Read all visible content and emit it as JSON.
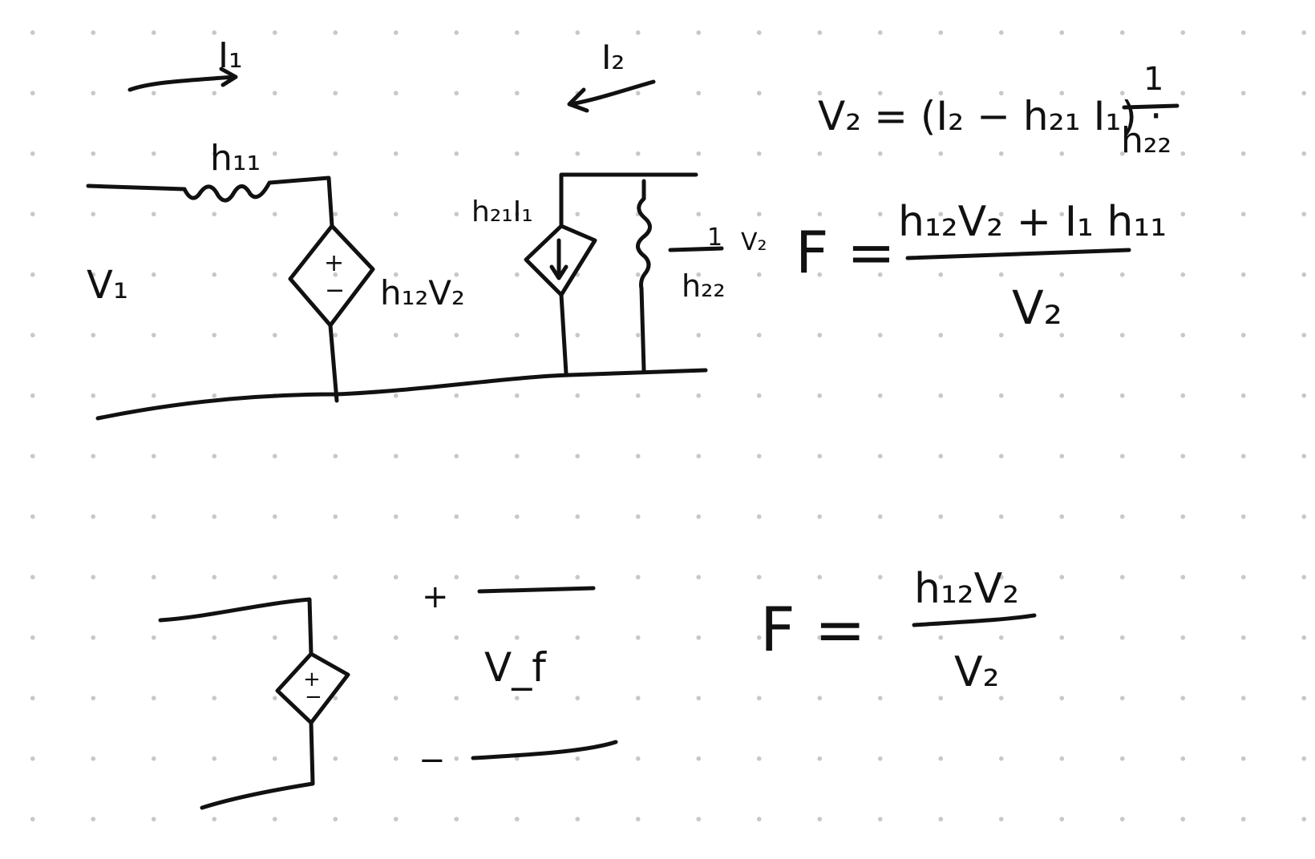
{
  "top_circuit": {
    "current_in": "I₁",
    "current_out": "I₂",
    "input_resistor": "h₁₁",
    "input_voltage": "V₁",
    "dependent_voltage_source": "h₁₂V₂",
    "source_plus": "+",
    "source_minus": "−",
    "dependent_current_source": "h₂₁I₁",
    "output_resistor_numerator": "1",
    "output_resistor_denominator": "h₂₂",
    "output_voltage": "V₂"
  },
  "equations": {
    "v2_lhs": "V₂ = (I₂ − h₂₁ I₁) ·",
    "v2_num": "1",
    "v2_den": "h₂₂",
    "f1_lhs": "F =",
    "f1_num": "h₁₂V₂ + I₁ h₁₁",
    "f1_den": "V₂",
    "f2_lhs": "F =",
    "f2_num": "h₁₂V₂",
    "f2_den": "V₂"
  },
  "bottom_circuit": {
    "source_plus": "+",
    "source_minus": "−",
    "plus": "+",
    "minus": "−",
    "feedback_voltage": "V_f"
  }
}
